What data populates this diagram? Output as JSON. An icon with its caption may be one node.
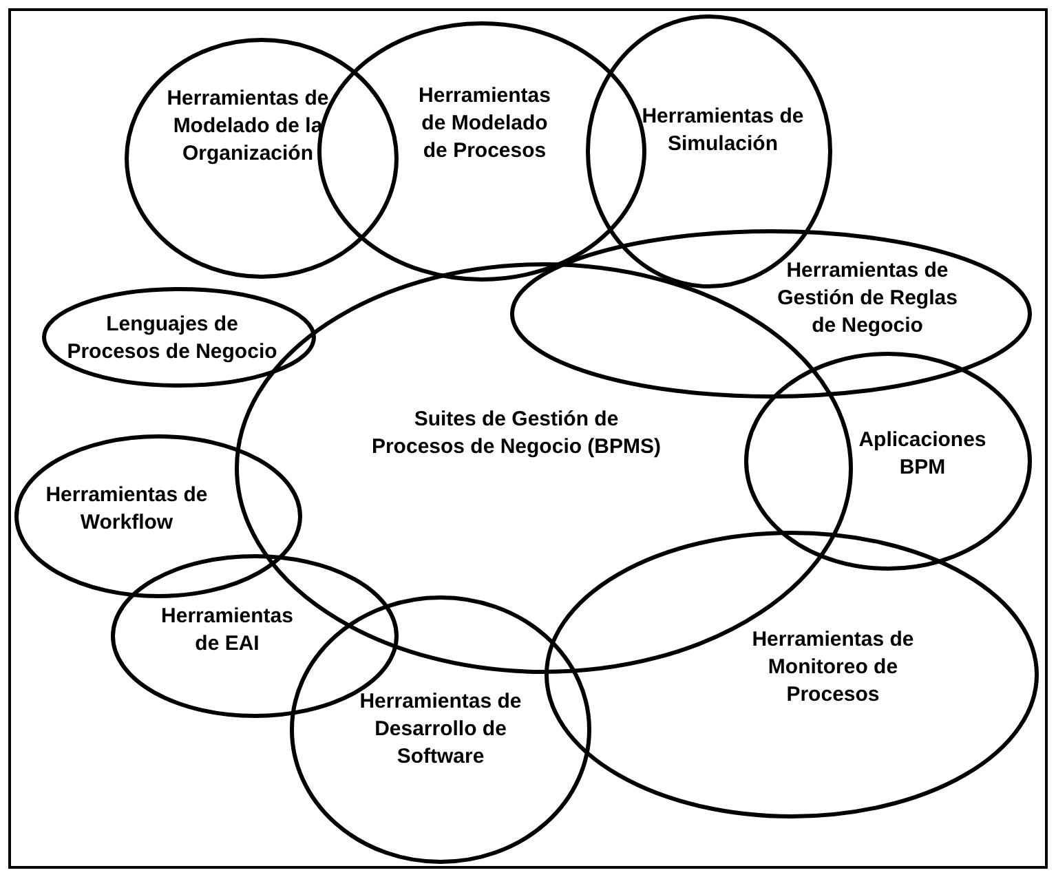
{
  "diagram": {
    "nodes": [
      {
        "text": [
          "Herramientas de Modelado de la Organización"
        ]
      },
      {
        "text": [
          "Herramientas de Modelado de Procesos"
        ]
      },
      {
        "text": [
          "Herramientas de Simulación"
        ]
      },
      {
        "text": [
          "Herramientas de Gestión de Reglas de Negocio"
        ]
      },
      {
        "text": [
          "Lenguajes de Procesos de Negocio"
        ]
      },
      {
        "text": [
          "Suites de Gestión de Procesos de Negocio (BPMS)"
        ]
      },
      {
        "text": [
          "Aplicaciones BPM"
        ]
      },
      {
        "text": [
          "Herramientas de Workflow"
        ]
      },
      {
        "text": [
          "Herramientas de EAI"
        ]
      },
      {
        "text": [
          "Herramientas de Desarrollo de Software"
        ]
      },
      {
        "text": [
          "Herramientas de Monitoreo de Procesos"
        ]
      }
    ]
  }
}
